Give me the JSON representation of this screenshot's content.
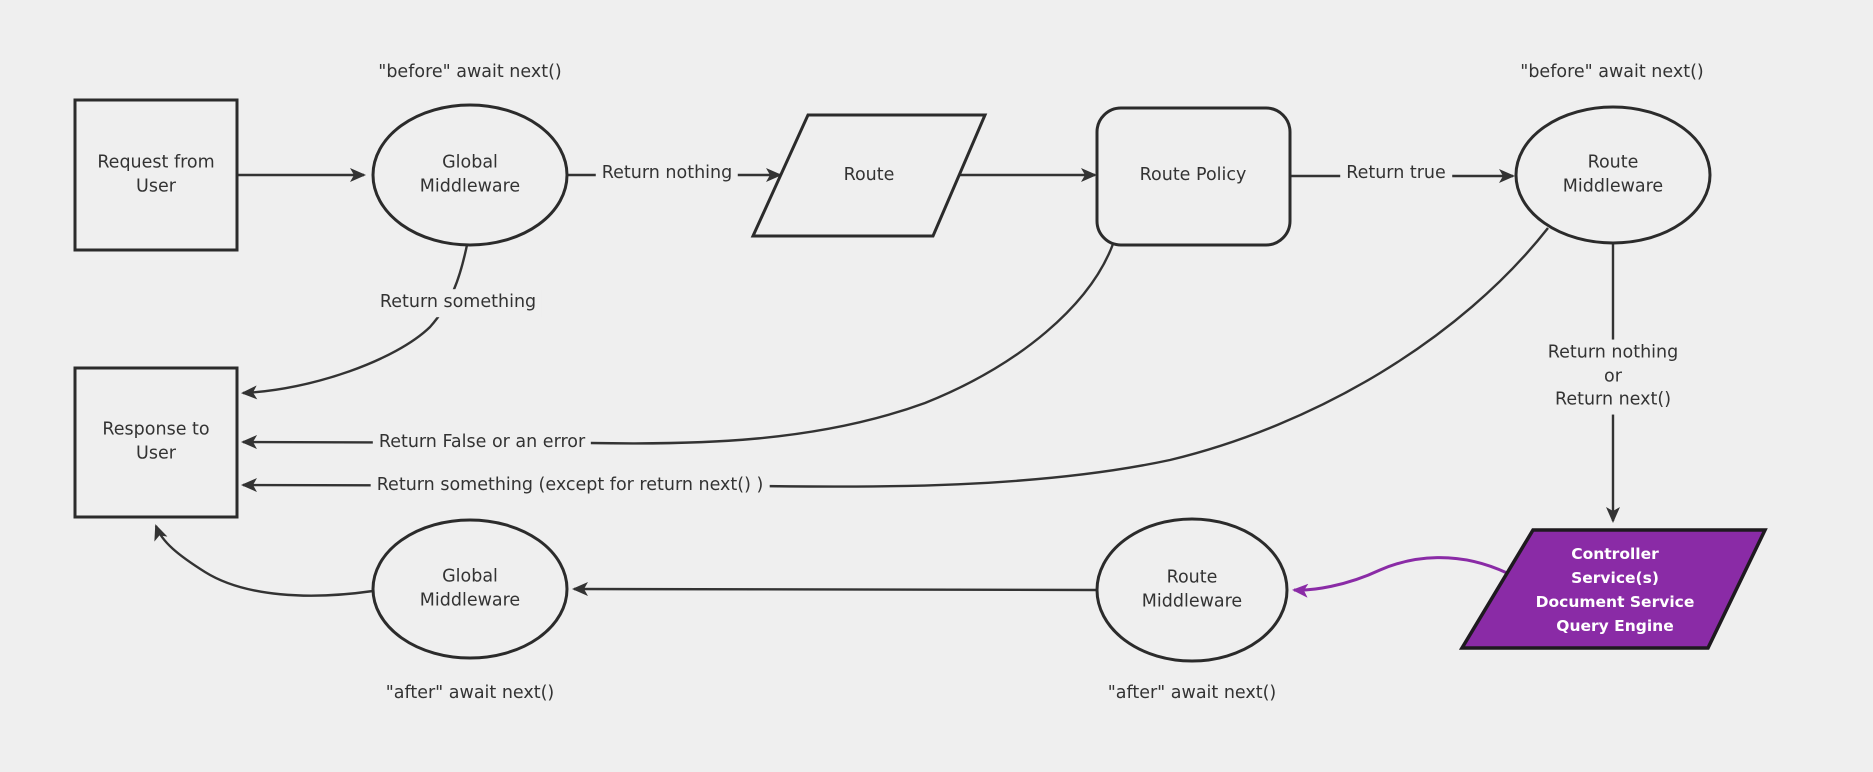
{
  "diagram": {
    "description": "Request lifecycle middleware flowchart",
    "colors": {
      "background": "#efefef",
      "node_fill": "#efefef",
      "line": "#333333",
      "accent_purple_fill": "#8a2ba6",
      "accent_purple_edge": "#8a2ba6",
      "controller_text": "#ffffff"
    }
  },
  "nodes": {
    "request_from_user": {
      "label": "Request from User",
      "shape": "rectangle"
    },
    "global_middleware_top": {
      "label": "Global Middleware",
      "shape": "ellipse"
    },
    "route": {
      "label": "Route",
      "shape": "parallelogram"
    },
    "route_policy": {
      "label": "Route Policy",
      "shape": "rounded-rectangle"
    },
    "route_middleware_top": {
      "label": "Route Middleware",
      "shape": "ellipse"
    },
    "response_to_user": {
      "label": "Response to User",
      "shape": "rectangle"
    },
    "controller_services": {
      "label": "Controller\nService(s)\nDocument Service\nQuery Engine",
      "shape": "parallelogram"
    },
    "route_middleware_bottom": {
      "label": "Route Middleware",
      "shape": "ellipse"
    },
    "global_middleware_bottom": {
      "label": "Global Middleware",
      "shape": "ellipse"
    }
  },
  "annotations": {
    "before_await_left": "\"before\" await next()",
    "before_await_right": "\"before\" await next()",
    "after_await_left": "\"after\" await next()",
    "after_await_right": "\"after\" await next()"
  },
  "edge_labels": {
    "return_nothing": "Return nothing",
    "return_true": "Return true",
    "return_something": "Return something",
    "return_false_or_error": "Return False or an error",
    "return_something_except": "Return something (except for return next() )",
    "return_nothing_or_next": "Return nothing\nor\nReturn next()"
  }
}
